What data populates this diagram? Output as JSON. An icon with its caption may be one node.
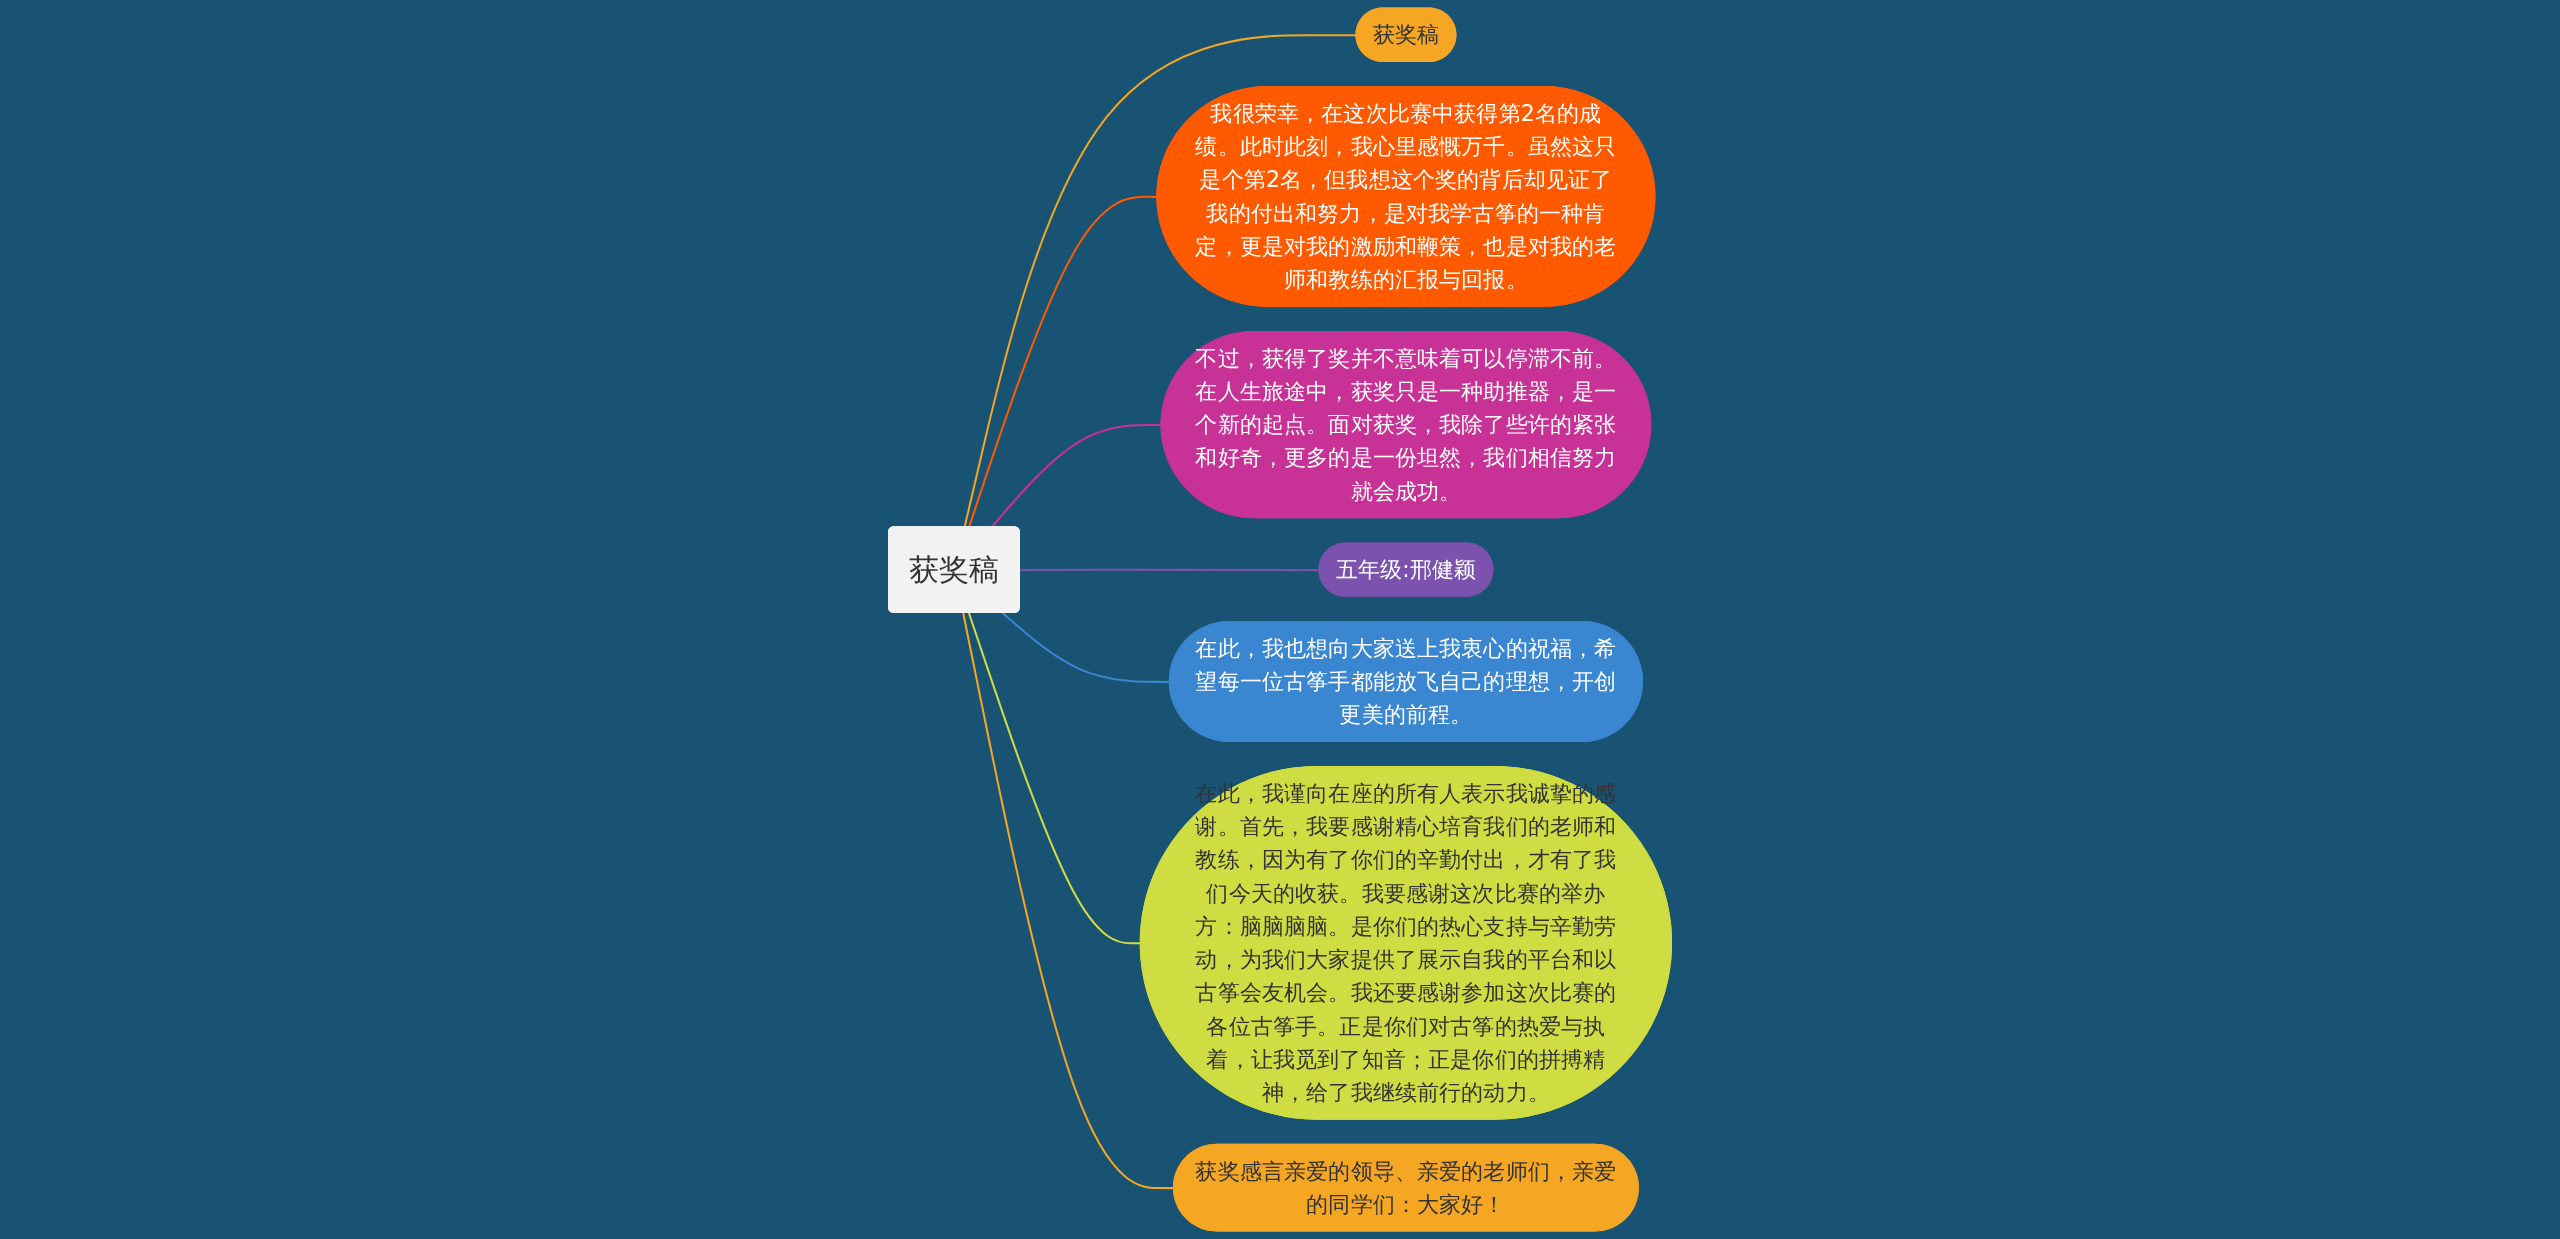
{
  "diagram": {
    "nodes": [
      {
        "text": [
          "获奖稿"
        ]
      },
      {
        "text": [
          "获奖稿"
        ]
      },
      {
        "text": [
          "我很荣幸，在这次比赛中获得第2名的成绩。此时此刻，我心里感慨万千。虽然这只是个第2名，但我想这个奖的背后却见证了我的付出和努力，是对我学古筝的一种肯定，更是对我的激励和鞭策，也是对我的老师和教练的汇报与回报。"
        ]
      },
      {
        "text": [
          "不过，获得了奖并不意味着可以停滞不前。在人生旅途中，获奖只是一种助推器，是一个新的起点。面对获奖，我除了些许的紧张和好奇，更多的是一份坦然，我们相信努力就会成功。"
        ]
      },
      {
        "text": [
          "五年级:邢健颖"
        ]
      },
      {
        "text": [
          "在此，我也想向大家送上我衷心的祝福，希望每一位古筝手都能放飞自己的理想，开创更美的前程。"
        ]
      },
      {
        "text": [
          "在此，我谨向在座的所有人表示我诚挚的感谢。首先，我要感谢精心培育我们的老师和教练，因为有了你们的辛勤付出，才有了我们今天的收获。我要感谢这次比赛的举办方：脑脑脑脑。是你们的热心支持与辛勤劳动，为我们大家提供了展示自我的平台和以古筝会友机会。我还要感谢参加这次比赛的各位古筝手。正是你们对古筝的热爱与执着，让我觅到了知音；正是你们的拼搏精神，给了我继续前行的动力。"
        ]
      },
      {
        "text": [
          "获奖感言亲爱的领导、亲爱的老师们，亲爱的同学们：大家好！"
        ]
      }
    ],
    "edges": [
      {
        "from": 0,
        "to": 1,
        "arrow": "none",
        "color": "#f5a623"
      },
      {
        "from": 0,
        "to": 2,
        "arrow": "none",
        "color": "#ff5a00"
      },
      {
        "from": 0,
        "to": 3,
        "arrow": "none",
        "color": "#c83296"
      },
      {
        "from": 0,
        "to": 4,
        "arrow": "none",
        "color": "#7b52ae"
      },
      {
        "from": 0,
        "to": 5,
        "arrow": "none",
        "color": "#3a86d1"
      },
      {
        "from": 0,
        "to": 6,
        "arrow": "none",
        "color": "#cfdd42"
      },
      {
        "from": 0,
        "to": 7,
        "arrow": "none",
        "color": "#f5a623"
      }
    ]
  }
}
